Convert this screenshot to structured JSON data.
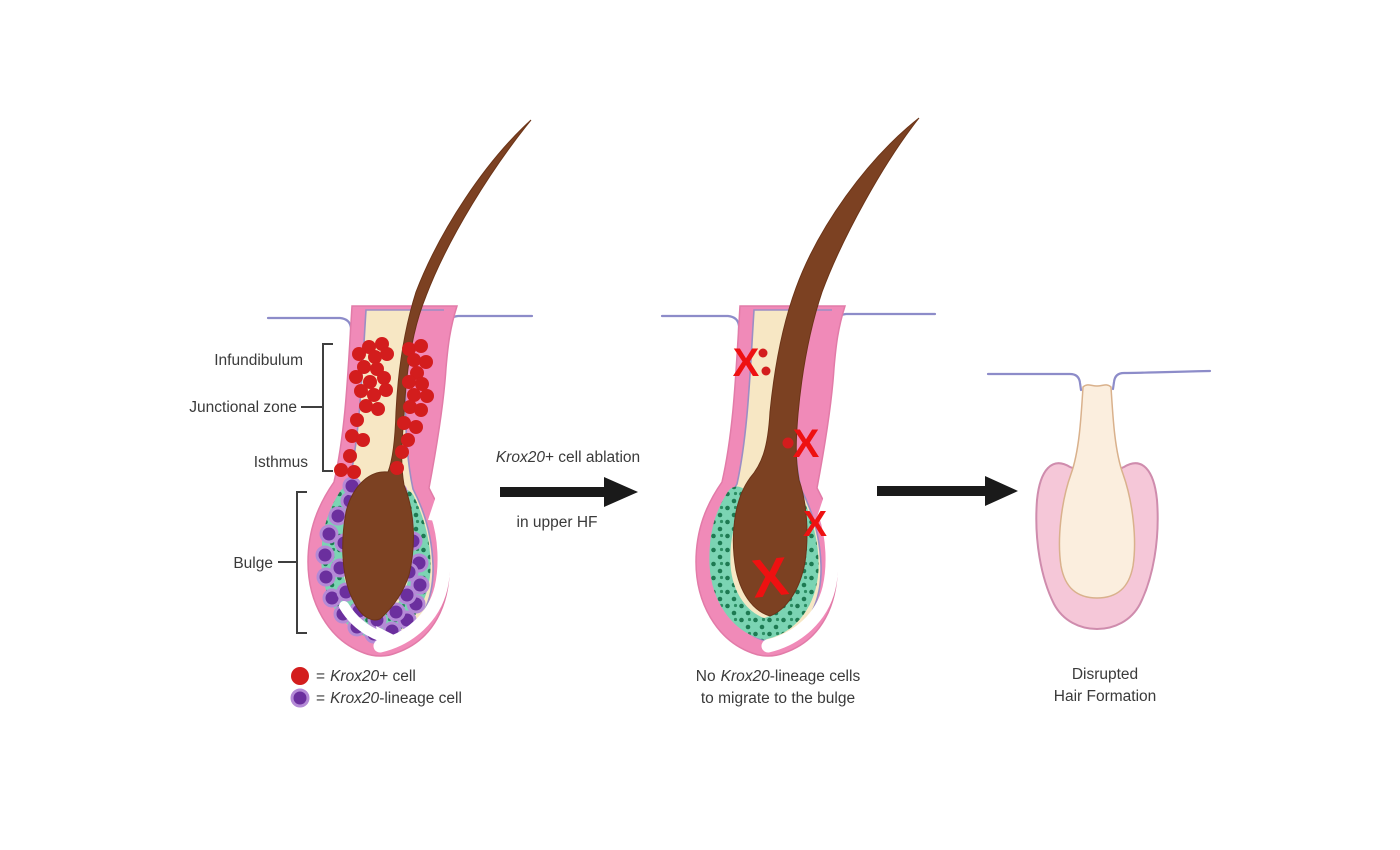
{
  "colors": {
    "pink": "#f08ab8",
    "pink_edge": "#e27ba8",
    "cream": "#f7e7c4",
    "brown": "#7c4122",
    "teal": "#7bd4b3",
    "teal_dot": "#1d7a52",
    "purple_cell": "#6b2f9e",
    "purple_cell_rim": "#b48ad6",
    "red_cell": "#d31d1d",
    "red_x": "#ee1111",
    "membrane": "#9b8ec4",
    "skin": "#8d8cc9",
    "pale_pink": "#f5c7d8",
    "pale_pink_edge": "#cf8cad",
    "pale_cream": "#fbeede",
    "pale_cream_edge": "#d9b18c"
  },
  "labels": {
    "infundibulum": "Infundibulum",
    "junctional_zone": "Junctional zone",
    "isthmus": "Isthmus",
    "bulge": "Bulge"
  },
  "legend": {
    "krox20_cell": {
      "eq": "=",
      "gene": "Krox20",
      "rest": "+ cell"
    },
    "lineage_cell": {
      "eq": "=",
      "gene": "Krox20",
      "rest": "-lineage cell"
    }
  },
  "transition": {
    "gene": "Krox20",
    "rest": "+ cell ablation",
    "line2": "in upper HF"
  },
  "middle_caption": {
    "pre": "No",
    "gene": "Krox20",
    "post": "-lineage cells",
    "line2": "to migrate to the bulge"
  },
  "right_caption": {
    "line1": "Disrupted",
    "line2": "Hair Formation"
  },
  "ablation_mark": "X"
}
